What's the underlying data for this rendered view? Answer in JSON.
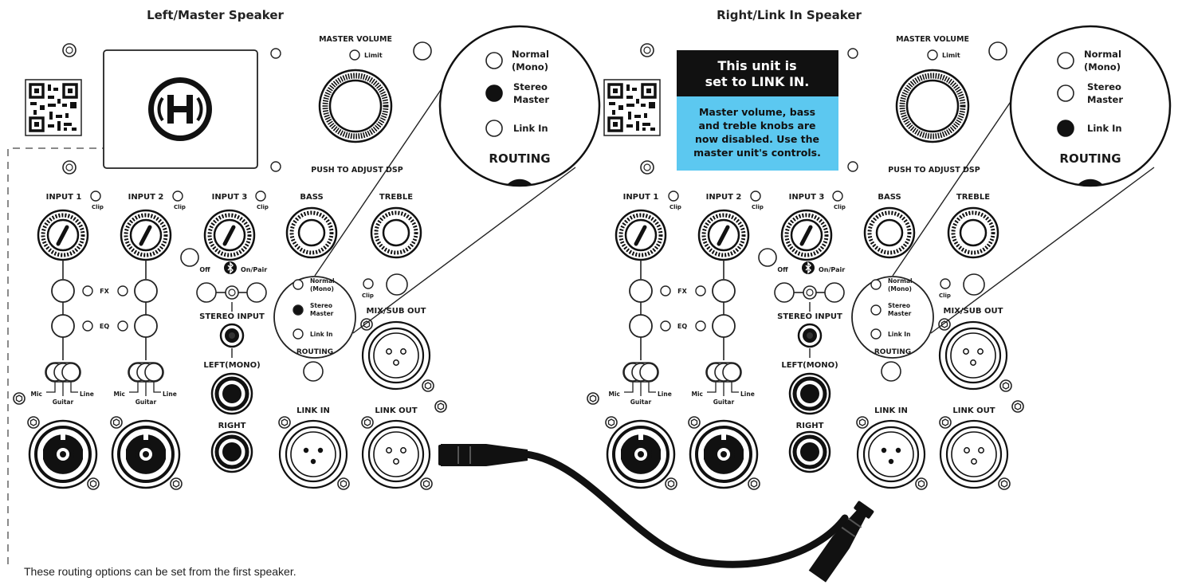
{
  "titles": {
    "left": "Left/Master Speaker",
    "right": "Right/Link In Speaker"
  },
  "caption": "These routing options can be set from the first speaker.",
  "panel": {
    "master_volume": "MASTER VOLUME",
    "limit": "Limit",
    "push_dsp": "PUSH TO ADJUST DSP",
    "input1": "INPUT 1",
    "input2": "INPUT 2",
    "input3": "INPUT 3",
    "clip": "Clip",
    "bass": "BASS",
    "treble": "TREBLE",
    "fx": "FX",
    "eq": "EQ",
    "mic": "Mic",
    "guitar": "Guitar",
    "line": "Line",
    "off": "Off",
    "on_pair": "On/Pair",
    "stereo_input": "STEREO INPUT",
    "left_mono": "LEFT(MONO)",
    "right": "RIGHT",
    "mix_sub_out": "MIX/SUB OUT",
    "link_in": "LINK IN",
    "link_out": "LINK OUT",
    "routing": "ROUTING",
    "opt_normal_1": "Normal",
    "opt_normal_2": "(Mono)",
    "opt_stereo_1": "Stereo",
    "opt_stereo_2": "Master",
    "opt_link": "Link In"
  },
  "notice": {
    "title_1": "This unit is",
    "title_2": "set to LINK IN.",
    "body_1": "Master volume, bass",
    "body_2": "and treble knobs are",
    "body_3": "now disabled. Use the",
    "body_4": "master unit's controls."
  },
  "routing_selected": {
    "left": "Stereo Master",
    "right": "Link In"
  },
  "colors": {
    "notice_bg": "#111111",
    "notice_body_bg": "#5cc8f0",
    "ink": "#1a1a1a",
    "arrow": "#8a8a8a"
  }
}
